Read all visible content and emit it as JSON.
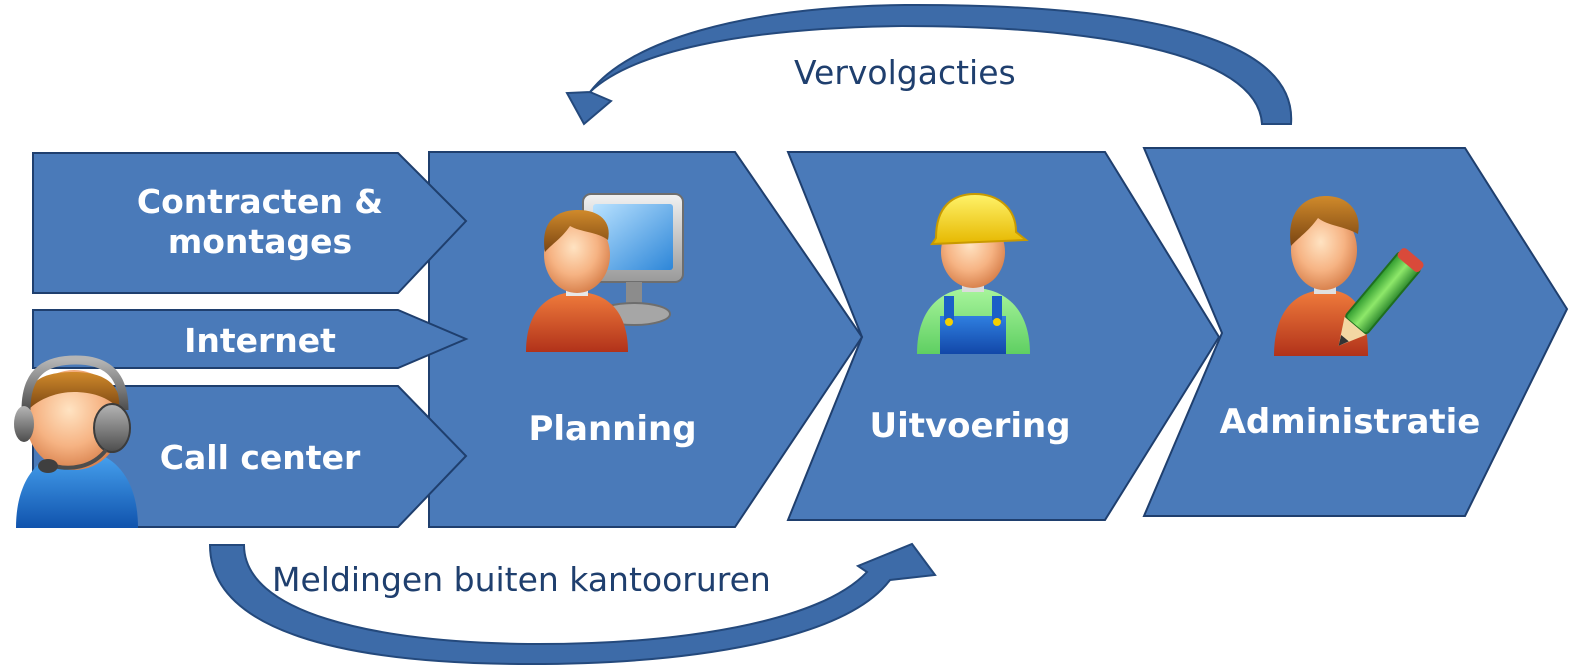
{
  "colors": {
    "block_fill": "#4a7ab9",
    "block_stroke": "#1f3f6e",
    "arrow_fill": "#3d6ba8",
    "caption_text": "#1f3f6e",
    "label_text": "#ffffff"
  },
  "inputs": [
    {
      "label_line1": "Contracten &",
      "label_line2": "montages"
    },
    {
      "label": "Internet"
    },
    {
      "label": "Call center",
      "icon": "call-center-agent-icon"
    }
  ],
  "stages": [
    {
      "label": "Planning",
      "icon": "planner-computer-icon"
    },
    {
      "label": "Uitvoering",
      "icon": "worker-hardhat-icon"
    },
    {
      "label": "Administratie",
      "icon": "administrator-pencil-icon"
    }
  ],
  "arrows": {
    "top_label": "Vervolgacties",
    "bottom_label": "Meldingen buiten kantooruren"
  }
}
